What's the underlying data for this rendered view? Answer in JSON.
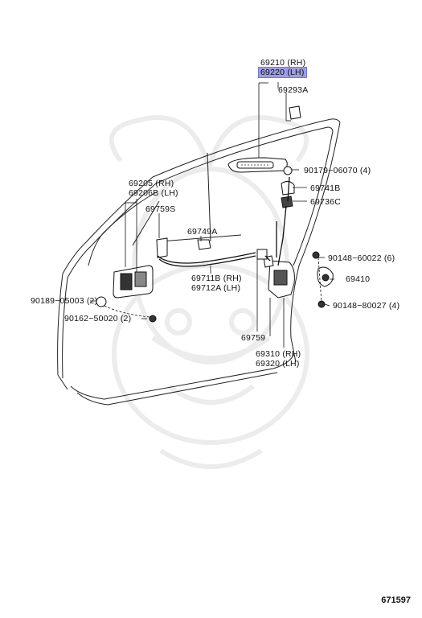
{
  "diagram": {
    "labels": {
      "p69210": "69210 (RH)",
      "p69220": "69220 (LH)",
      "p69293A": "69293A",
      "p90179": "90179−06070 (4)",
      "p69741B": "69741B",
      "p69736C": "69736C",
      "p69205": "69205  (RH)",
      "p69206B": "69206B (LH)",
      "p69759S": "69759S",
      "p69749A": "69749A",
      "p90148_60022": "90148−60022 (6)",
      "p69410": "69410",
      "p69711B": "69711B (RH)",
      "p69712A": "69712A (LH)",
      "p90189": "90189−05003 (2)",
      "p90162": "90162−50020 (2)",
      "p90148_80027": "90148−80027 (4)",
      "p69759": "69759",
      "p69310": "69310 (RH)",
      "p69320": "69320 (LH)"
    },
    "highlighted_part": "69220 (LH)",
    "highlight_color": "#9d9de6"
  },
  "footer": {
    "diagram_id": "671597"
  }
}
